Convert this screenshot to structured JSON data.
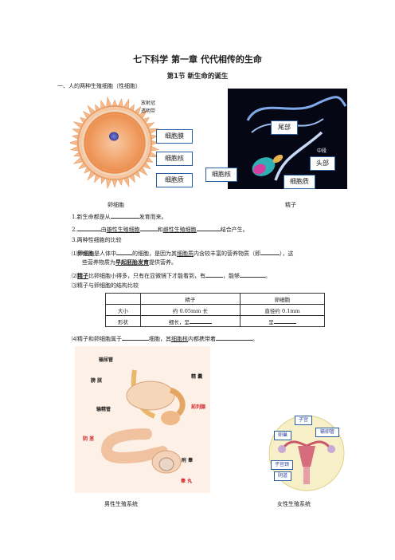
{
  "title": "七下科学   第一章   代代相传的生命",
  "section": "第1节   新生命的诞生",
  "part1": "一、人的两种生殖细胞（性细胞）",
  "egg_small_labels": [
    "放射冠",
    "透明带"
  ],
  "egg_labels": [
    "细胞膜",
    "细胞核",
    "细胞质"
  ],
  "sperm_labels": {
    "tail": "尾部",
    "head": "头部",
    "nucleus": "细胞核",
    "cytoplasm": "细胞质",
    "small": "中段"
  },
  "caption_egg": "卵细胞",
  "caption_sperm": "精子",
  "q1": {
    "pre": "1.新生命都是从",
    "post": "发育而来。"
  },
  "q2": {
    "pre": "2.",
    "mid1": "由",
    "u1": "雄性生殖细胞",
    "mid2": "和",
    "u2": "雌性生殖细胞",
    "post": "结合产生。"
  },
  "q3": "3.两种性细胞的比较",
  "q3_1": {
    "pre": "⑴",
    "bold": "卵细胞",
    "mid1": "是人体中",
    "mid2": "的细胞，是因为其",
    "u1": "细胞质",
    "mid3": "内含较丰富的营养物质（即",
    "post": "），这"
  },
  "q3_1b": {
    "pre": "些营养物质为",
    "bold": "早起胚胎发育",
    "post": "提供营养。"
  },
  "q3_2": {
    "pre": "⑵",
    "bold": "精子",
    "mid1": "比卵细胞小得多，只有在显微镜下才能看到，有",
    "mid2": "，能够",
    "post": "。"
  },
  "q3_3": "⑶精子与卵细胞的结构比较",
  "table": {
    "headers": [
      "",
      "精子",
      "卵细胞"
    ],
    "rows": [
      [
        "大小",
        "约 0.05mm 长",
        "直径约 0.1mm"
      ],
      [
        "形状",
        "细长，呈",
        "呈"
      ]
    ]
  },
  "q3_4": {
    "pre": "⑷精子和卵细胞属于",
    "mid": "细胞，其",
    "u1": "细胞核",
    "mid2": "内都携带着",
    "post": "。"
  },
  "male_labels": {
    "vas": "输尿管",
    "bladder": "膀  胱",
    "sperm_duct": "输精管",
    "penis": "阴  茎",
    "seminal": "精  囊",
    "prostate": "前列腺",
    "epididymis": "附  睾",
    "testis": "睾  丸"
  },
  "female_labels": {
    "uterus": "子宫",
    "tube": "输卵管",
    "ovary": "卵巢",
    "cervix": "子宫颈",
    "vagina": "阴道"
  },
  "caption_male": "男性生殖系统",
  "caption_female": "女性生殖系统"
}
